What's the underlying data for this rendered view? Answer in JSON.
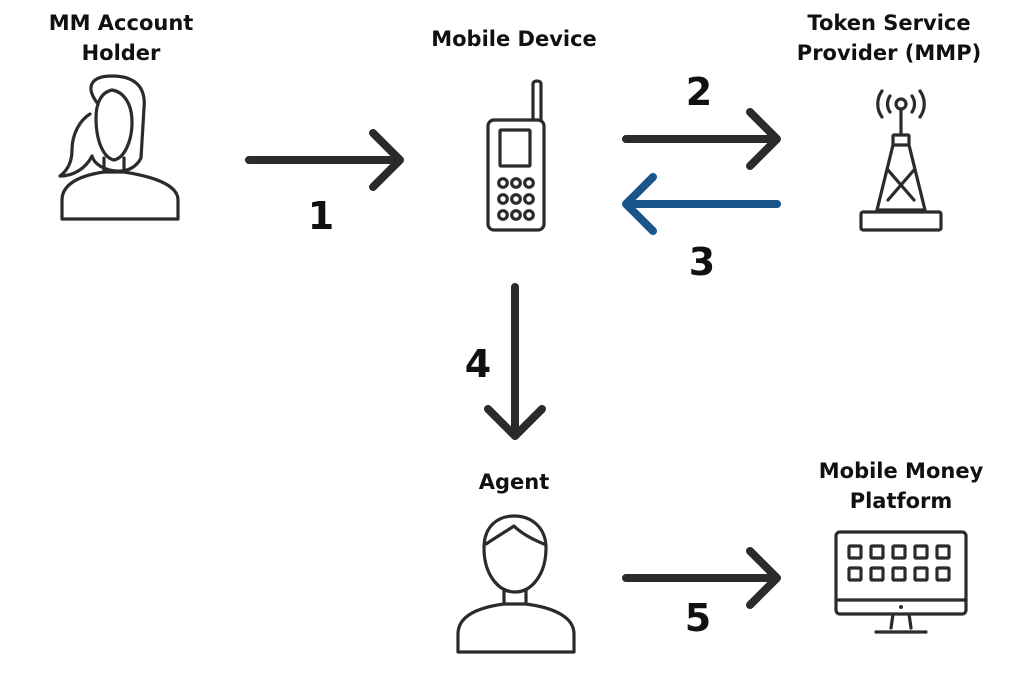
{
  "colors": {
    "ink": "#2a2b2d",
    "accent": "#1a5489",
    "text": "#111111",
    "background": "#ffffff"
  },
  "nodes": {
    "account_holder": {
      "label_lines": [
        "MM Account",
        "Holder"
      ],
      "icon": "woman-icon"
    },
    "mobile_device": {
      "label_lines": [
        "Mobile Device"
      ],
      "icon": "mobile-phone-icon"
    },
    "token_service": {
      "label_lines": [
        "Token Service",
        "Provider (MMP)"
      ],
      "icon": "signal-tower-icon"
    },
    "agent": {
      "label_lines": [
        "Agent"
      ],
      "icon": "man-icon"
    },
    "platform": {
      "label_lines": [
        "Mobile Money",
        "Platform"
      ],
      "icon": "monitor-icon"
    }
  },
  "steps": [
    {
      "number": "1",
      "from": "account_holder",
      "to": "mobile_device",
      "color": "#2a2b2d"
    },
    {
      "number": "2",
      "from": "mobile_device",
      "to": "token_service",
      "color": "#2a2b2d"
    },
    {
      "number": "3",
      "from": "token_service",
      "to": "mobile_device",
      "color": "#1a5489"
    },
    {
      "number": "4",
      "from": "mobile_device",
      "to": "agent",
      "color": "#2a2b2d"
    },
    {
      "number": "5",
      "from": "agent",
      "to": "platform",
      "color": "#2a2b2d"
    }
  ]
}
